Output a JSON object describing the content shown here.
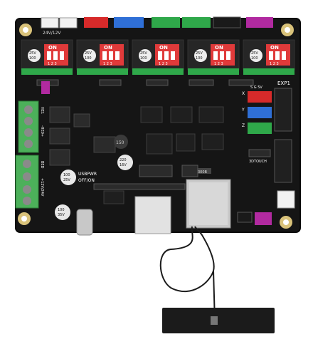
{
  "board": {
    "labels": {
      "top_header": "24V/12V",
      "on": "ON",
      "dip_numbers": "1 2 3",
      "cap_voltage": "25V",
      "cap_value": "100",
      "heater": "HE1",
      "heater_b": "-HE0+",
      "bed": "BED",
      "power_in": "+12V/24V",
      "ic_150": "150",
      "cap_220": "220",
      "cap_16v": "16V",
      "usb_power": "USBPWR",
      "off_on": "OFF/ON",
      "exp1": "EXP1",
      "endstop_header": "S G 5V",
      "x": "X",
      "y": "Y",
      "z": "Z",
      "touch": "3DTOUCH",
      "chip_label": "300B",
      "bottom_cap": "35V",
      "bottom_cap_value": "100"
    },
    "colors": {
      "pcb": "#151515",
      "pcb_edge": "#0a0a0a",
      "red": "#d72a2a",
      "blue": "#2f6fd6",
      "green": "#2fa84a",
      "white": "#f2f2f2",
      "magenta": "#b12aa0",
      "terminal_green": "#4cb05a",
      "dip_red": "#e03a3a",
      "gold": "#d9c27a",
      "wifi_module": "#c9c9c9",
      "antenna": "#1b1b1b"
    }
  }
}
